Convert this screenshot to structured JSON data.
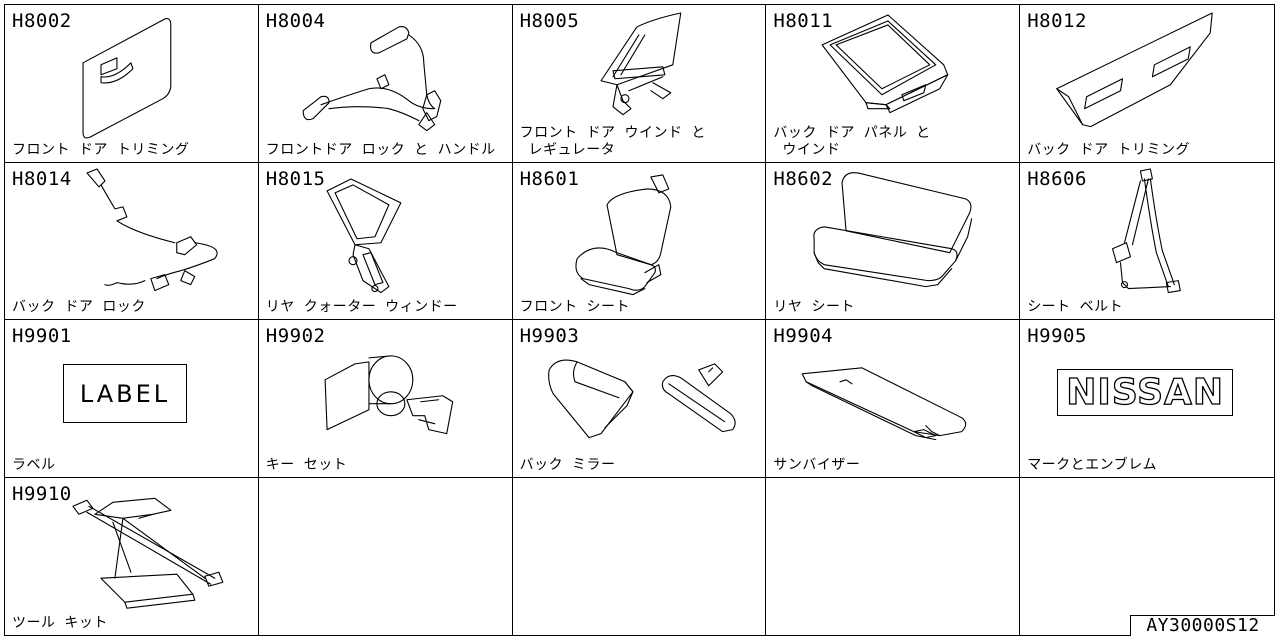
{
  "parts": [
    {
      "code": "H8002",
      "name": "フロント ドア トリミング",
      "icon": "door-trim-icon"
    },
    {
      "code": "H8004",
      "name": "フロントドア ロック と ハンドル",
      "icon": "door-lock-handle-icon"
    },
    {
      "code": "H8005",
      "name": "フロント ドア ウインド と\n レギュレータ",
      "icon": "door-window-regulator-icon"
    },
    {
      "code": "H8011",
      "name": "バック ドア パネル と\n ウインド",
      "icon": "back-door-panel-icon"
    },
    {
      "code": "H8012",
      "name": "バック ドア トリミング",
      "icon": "back-door-trim-icon"
    },
    {
      "code": "H8014",
      "name": "バック ドア ロック",
      "icon": "back-door-lock-icon"
    },
    {
      "code": "H8015",
      "name": "リヤ クォーター ウィンドー",
      "icon": "rear-quarter-window-icon"
    },
    {
      "code": "H8601",
      "name": "フロント シート",
      "icon": "front-seat-icon"
    },
    {
      "code": "H8602",
      "name": "リヤ シート",
      "icon": "rear-seat-icon"
    },
    {
      "code": "H8606",
      "name": "シート ベルト",
      "icon": "seat-belt-icon"
    },
    {
      "code": "H9901",
      "name": "ラベル",
      "icon": "label-icon",
      "label_text": "LABEL"
    },
    {
      "code": "H9902",
      "name": "キー セット",
      "icon": "key-set-icon"
    },
    {
      "code": "H9903",
      "name": "バック ミラー",
      "icon": "mirror-icon"
    },
    {
      "code": "H9904",
      "name": "サンバイザー",
      "icon": "sun-visor-icon"
    },
    {
      "code": "H9905",
      "name": "マークとエンブレム",
      "icon": "emblem-icon",
      "emblem_text": "NISSAN"
    },
    {
      "code": "H9910",
      "name": "ツール キット",
      "icon": "jack-tool-icon"
    }
  ],
  "document_id": "AY30000S12"
}
